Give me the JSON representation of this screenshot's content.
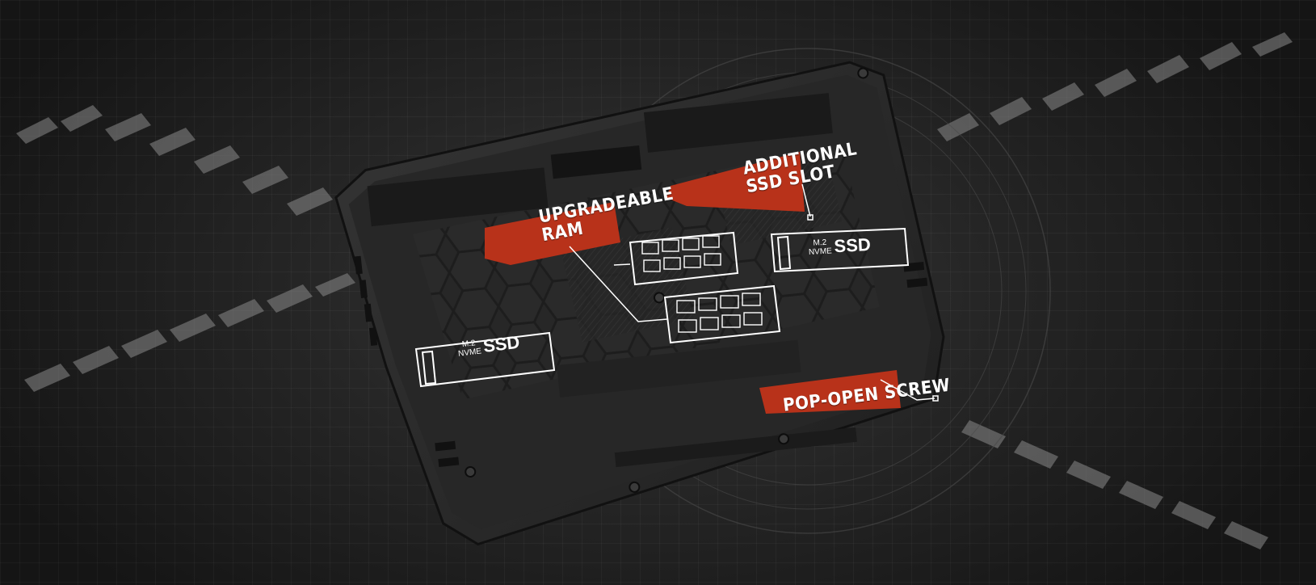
{
  "labels": {
    "ram": [
      "UPGRADEABLE",
      "RAM"
    ],
    "ssd_slot": [
      "ADDITIONAL",
      "SSD SLOT"
    ],
    "screw": "POP-OPEN SCREW"
  },
  "ssd_modules": [
    {
      "line1": "M.2",
      "line2": "NVME",
      "name": "SSD"
    },
    {
      "line1": "M.2",
      "line2": "NVME",
      "name": "SSD"
    }
  ],
  "colors": {
    "accent": "#b8321a",
    "background": "#1b1b1b",
    "chassis": "#2c2c2c",
    "outline": "#ffffff"
  }
}
